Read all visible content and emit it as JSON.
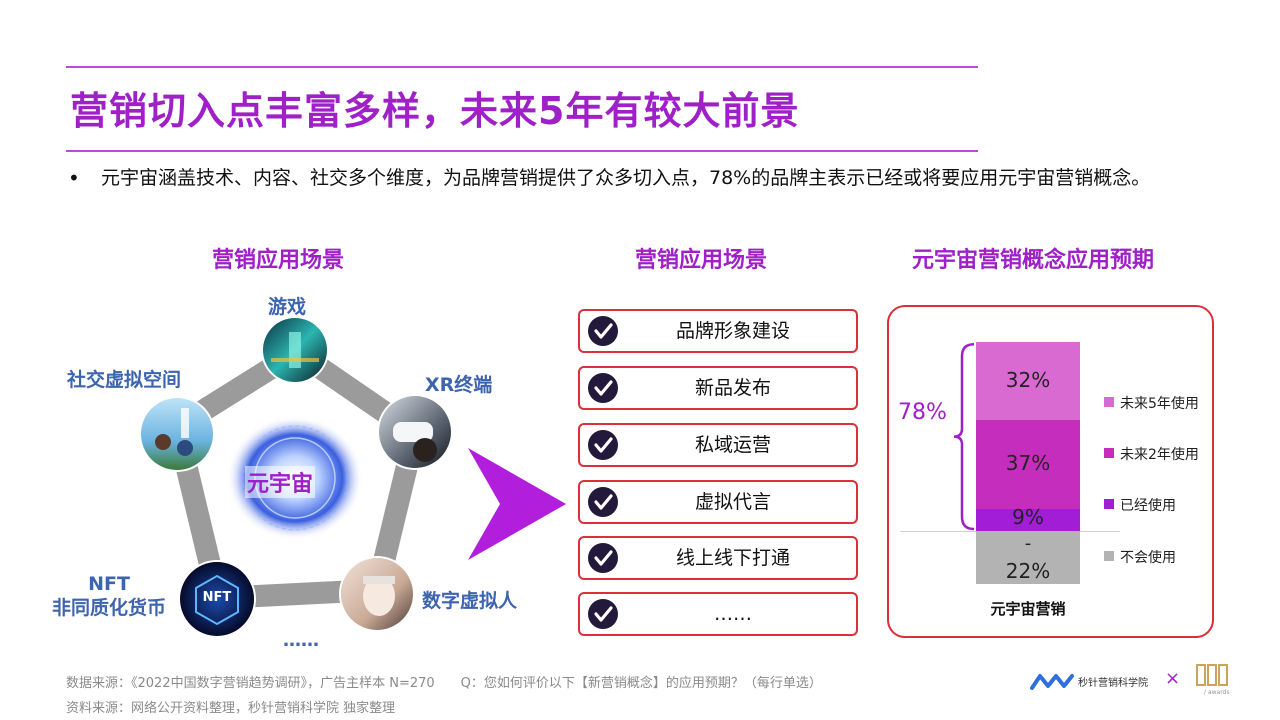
{
  "title": "营销切入点丰富多样，未来5年有较大前景",
  "intro": {
    "bullet": "•",
    "text": "元宇宙涵盖技术、内容、社交多个维度，为品牌营销提供了众多切入点，78%的品牌主表示已经或将要应用元宇宙营销概念。"
  },
  "sections": {
    "left_title": "营销应用场景",
    "mid_title": "营销应用场景",
    "right_title": "元宇宙营销概念应用预期"
  },
  "pentagon": {
    "center": "元宇宙",
    "nodes": {
      "game": "游戏",
      "xr": "XR终端",
      "digital_human": "数字虚拟人",
      "nft_line1": "NFT",
      "nft_line2": "非同质化货币",
      "social": "社交虚拟空间",
      "nft_badge": "NFT"
    },
    "more": "……"
  },
  "scenarios": [
    "品牌形象建设",
    "新品发布",
    "私域运营",
    "虚拟代言",
    "线上线下打通",
    "……"
  ],
  "chart_data": {
    "type": "bar",
    "stacked": true,
    "categories": [
      "元宇宙营销"
    ],
    "series": [
      {
        "name": "未来5年使用",
        "values": [
          32
        ],
        "color": "#d86ad2"
      },
      {
        "name": "未来2年使用",
        "values": [
          37
        ],
        "color": "#c52dbd"
      },
      {
        "name": "已经使用",
        "values": [
          9
        ],
        "color": "#a21ed6"
      },
      {
        "name": "不会使用",
        "values": [
          22
        ],
        "color": "#b3b3b3"
      }
    ],
    "segment_labels": [
      "32%",
      "37%",
      "9%",
      "22%"
    ],
    "negative_marker": "-",
    "bracket_total": "78%",
    "xlabel": "元宇宙营销",
    "legend_position": "right"
  },
  "footer": {
    "source1": "数据来源：《2022中国数字营销趋势调研》，广告主样本 N=270　　Q：您如何评价以下【新营销概念】的应用预期？（每行单选）",
    "source2": "资料来源：网络公开资料整理，秒针营销科学院 独家整理",
    "logo_text": "秒针营销科学院",
    "cross": "×",
    "award_sub": "/ awards"
  },
  "colors": {
    "title": "#a020c8",
    "label_blue": "#3d64ae",
    "box_border": "#d9303c",
    "arrow": "#b21fdc"
  }
}
